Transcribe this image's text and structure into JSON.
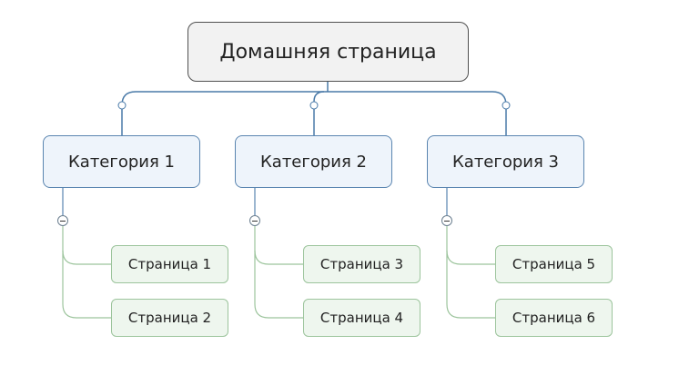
{
  "diagram": {
    "root": {
      "label": "Домашняя страница"
    },
    "categories": [
      {
        "label": "Категория 1",
        "pages": [
          {
            "label": "Страница 1"
          },
          {
            "label": "Страница 2"
          }
        ]
      },
      {
        "label": "Категория 2",
        "pages": [
          {
            "label": "Страница 3"
          },
          {
            "label": "Страница 4"
          }
        ]
      },
      {
        "label": "Категория 3",
        "pages": [
          {
            "label": "Страница 5"
          },
          {
            "label": "Страница 6"
          }
        ]
      }
    ]
  },
  "colors": {
    "root_fill": "#f2f2f2",
    "root_border": "#505050",
    "category_fill": "#eef4fb",
    "category_border": "#5a85b0",
    "page_fill": "#eef6ee",
    "page_border": "#9cc49c",
    "root_connector": "#4a7aa8",
    "page_connector": "#9cc49c"
  }
}
